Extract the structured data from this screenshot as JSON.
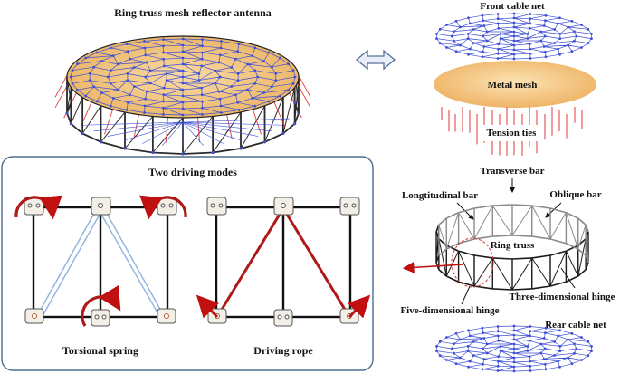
{
  "labels": {
    "antenna_title": "Ring truss mesh reflector antenna",
    "front_cable_net": "Front cable net",
    "metal_mesh": "Metal mesh",
    "tension_ties": "Tension ties",
    "transverse_bar": "Transverse bar",
    "longitudinal_bar": "Longtitudinal bar",
    "oblique_bar": "Oblique bar",
    "ring_truss": "Ring truss",
    "three_dim_hinge": "Three-dimensional hinge",
    "five_dim_hinge": "Five-dimensional hinge",
    "rear_cable_net": "Rear cable net"
  },
  "driving_modes": {
    "title": "Two driving modes",
    "torsional_spring": "Torsional spring",
    "driving_rope": "Driving rope"
  },
  "colors": {
    "mesh": "#f2c27a",
    "cable_net": "#3e4fd6",
    "tension_tie": "#e03a3a",
    "rope": "#b01818",
    "spring": "#8fb3df",
    "panel_border": "#4d6d8f",
    "truss": "#2b2b2b"
  },
  "icons": {
    "double_arrow": "double-arrow-icon"
  }
}
